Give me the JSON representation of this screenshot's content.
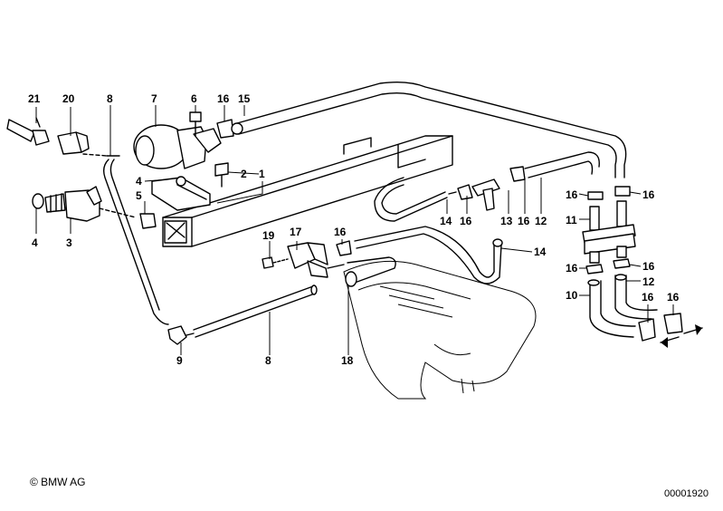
{
  "diagram": {
    "part_numbers": [
      "1",
      "2",
      "3",
      "4",
      "4",
      "5",
      "6",
      "7",
      "8",
      "8",
      "9",
      "10",
      "11",
      "12",
      "12",
      "13",
      "14",
      "14",
      "15",
      "16",
      "16",
      "16",
      "16",
      "16",
      "16",
      "16",
      "16",
      "16",
      "16",
      "17",
      "18",
      "19",
      "20",
      "21"
    ]
  },
  "footer": {
    "copyright": "© BMW AG",
    "drawing_number": "00001920"
  }
}
